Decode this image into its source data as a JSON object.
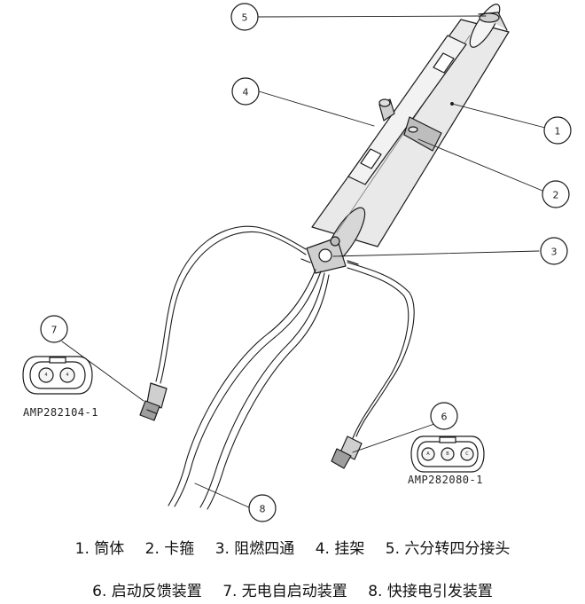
{
  "callouts": {
    "c1": "1",
    "c2": "2",
    "c3": "3",
    "c4": "4",
    "c5": "5",
    "c6": "6",
    "c7": "7",
    "c8": "8"
  },
  "connector_left": {
    "part_number": "AMP282104-1",
    "pin_a": "4",
    "pin_b": "4"
  },
  "connector_right": {
    "part_number": "AMP282080-1",
    "pin_a": "A",
    "pin_b": "B",
    "pin_c": "C"
  },
  "legend": {
    "row1": [
      "1. 筒体",
      "2. 卡箍",
      "3. 阻燃四通",
      "4. 挂架",
      "5. 六分转四分接头"
    ],
    "row2": [
      "6. 启动反馈装置",
      "7. 无电自启动装置",
      "8. 快接电引发装置"
    ]
  }
}
